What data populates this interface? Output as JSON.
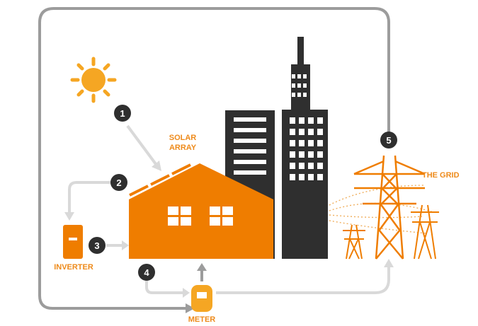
{
  "steps": [
    "1",
    "2",
    "3",
    "4",
    "5"
  ],
  "labels": {
    "solar_array_line1": "SOLAR",
    "solar_array_line2": "ARRAY",
    "the_grid": "THE GRID",
    "inverter": "INVERTER",
    "meter": "METER"
  },
  "colors": {
    "orange": "#ef7d00",
    "sun": "#f5a623",
    "dark": "#2f2f2f",
    "gray_line": "#9c9c9c",
    "light_arrow": "#d9d9d9",
    "label_orange": "#ee8a1a"
  }
}
